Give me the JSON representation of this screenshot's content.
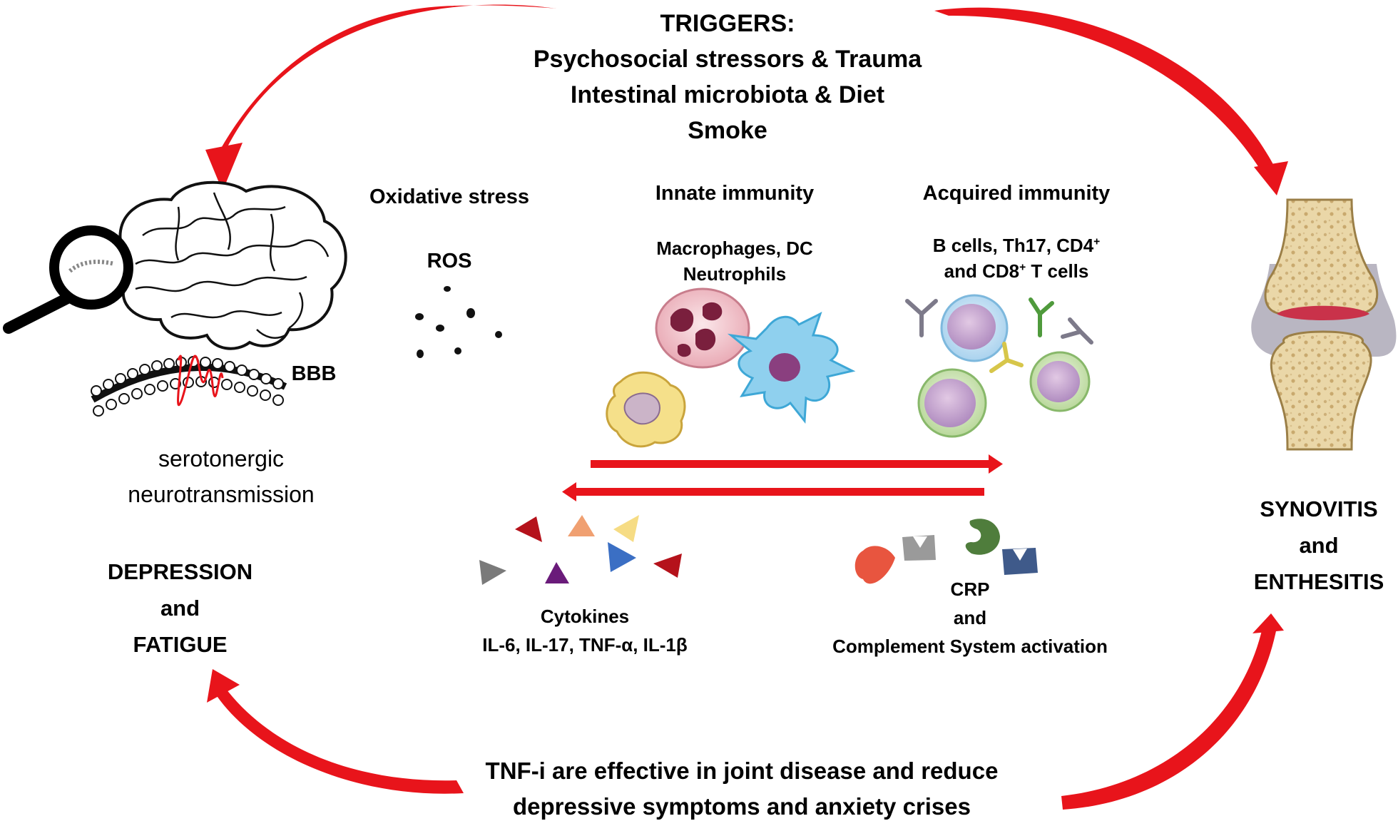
{
  "triggers": {
    "title": "TRIGGERS:",
    "lines": [
      "Psychosocial stressors & Trauma",
      "Intestinal microbiota & Diet",
      "Smoke"
    ]
  },
  "oxidative": {
    "title": "Oxidative stress",
    "ros": "ROS"
  },
  "innate": {
    "title": "Innate immunity",
    "cells_line1": "Macrophages, DC",
    "cells_line2": "Neutrophils"
  },
  "acquired": {
    "title": "Acquired immunity",
    "line1_a": "B cells, Th17, CD4",
    "line1_sup": "+",
    "line2_a": "and CD8",
    "line2_sup": "+",
    "line2_b": " T cells"
  },
  "brain": {
    "bbb": "BBB",
    "caption_line1": "serotonergic",
    "caption_line2": "neurotransmission",
    "outcome_line1": "DEPRESSION",
    "outcome_line2": "and",
    "outcome_line3": "FATIGUE"
  },
  "joint": {
    "outcome_line1": "SYNOVITIS",
    "outcome_line2": "and",
    "outcome_line3": "ENTHESITIS"
  },
  "cytokines": {
    "title": "Cytokines",
    "list": "IL-6, IL-17, TNF-α, IL-1β"
  },
  "crp": {
    "line1": "CRP",
    "line2": "and",
    "line3": "Complement System activation"
  },
  "footer": {
    "line1": "TNF-i are effective in joint disease and reduce",
    "line2": "depressive symptoms and anxiety crises"
  },
  "colors": {
    "arrow_red": "#e8141b",
    "bone": "#e9d5a6",
    "cartilage": "#c9324a",
    "cytokine_palette": [
      "#b5121b",
      "#f0a071",
      "#f6dc84",
      "#3b6fc4",
      "#7a7a7a",
      "#6a1b7a"
    ],
    "complement_palette": [
      "#e8553f",
      "#9a9a9a",
      "#4f7d3c",
      "#3f5a8a"
    ]
  },
  "icons": [
    "magnifier-icon",
    "brain-icon",
    "membrane-icon",
    "cell-icon",
    "antibody-icon",
    "joint-icon"
  ]
}
